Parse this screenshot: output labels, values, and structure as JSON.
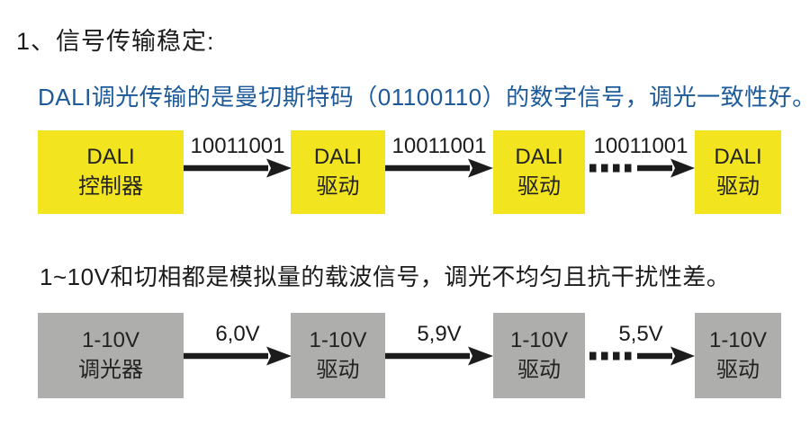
{
  "colors": {
    "dali_box": "#f2e41e",
    "analog_box": "#aeaeac",
    "accent_blue": "#1d5a99",
    "ink": "#1c1c1c"
  },
  "header": {
    "title": "1、信号传输稳定:"
  },
  "dali": {
    "description": "DALI调光传输的是曼切斯特码（01100110）的数字信号，调光一致性好。",
    "nodes": [
      {
        "line1": "DALI",
        "line2": "控制器"
      },
      {
        "line1": "DALI",
        "line2": "驱动"
      },
      {
        "line1": "DALI",
        "line2": "驱动"
      },
      {
        "line1": "DALI",
        "line2": "驱动"
      }
    ],
    "arrows": [
      {
        "label": "10011001",
        "style": "solid"
      },
      {
        "label": "10011001",
        "style": "solid"
      },
      {
        "label": "10011001",
        "style": "dashed"
      }
    ]
  },
  "analog": {
    "description": "1~10V和切相都是模拟量的载波信号，调光不均匀且抗干扰性差。",
    "nodes": [
      {
        "line1": "1-10V",
        "line2": "调光器"
      },
      {
        "line1": "1-10V",
        "line2": "驱动"
      },
      {
        "line1": "1-10V",
        "line2": "驱动"
      },
      {
        "line1": "1-10V",
        "line2": "驱动"
      }
    ],
    "arrows": [
      {
        "label": "6,0V",
        "style": "solid"
      },
      {
        "label": "5,9V",
        "style": "solid"
      },
      {
        "label": "5,5V",
        "style": "dashed"
      }
    ]
  }
}
